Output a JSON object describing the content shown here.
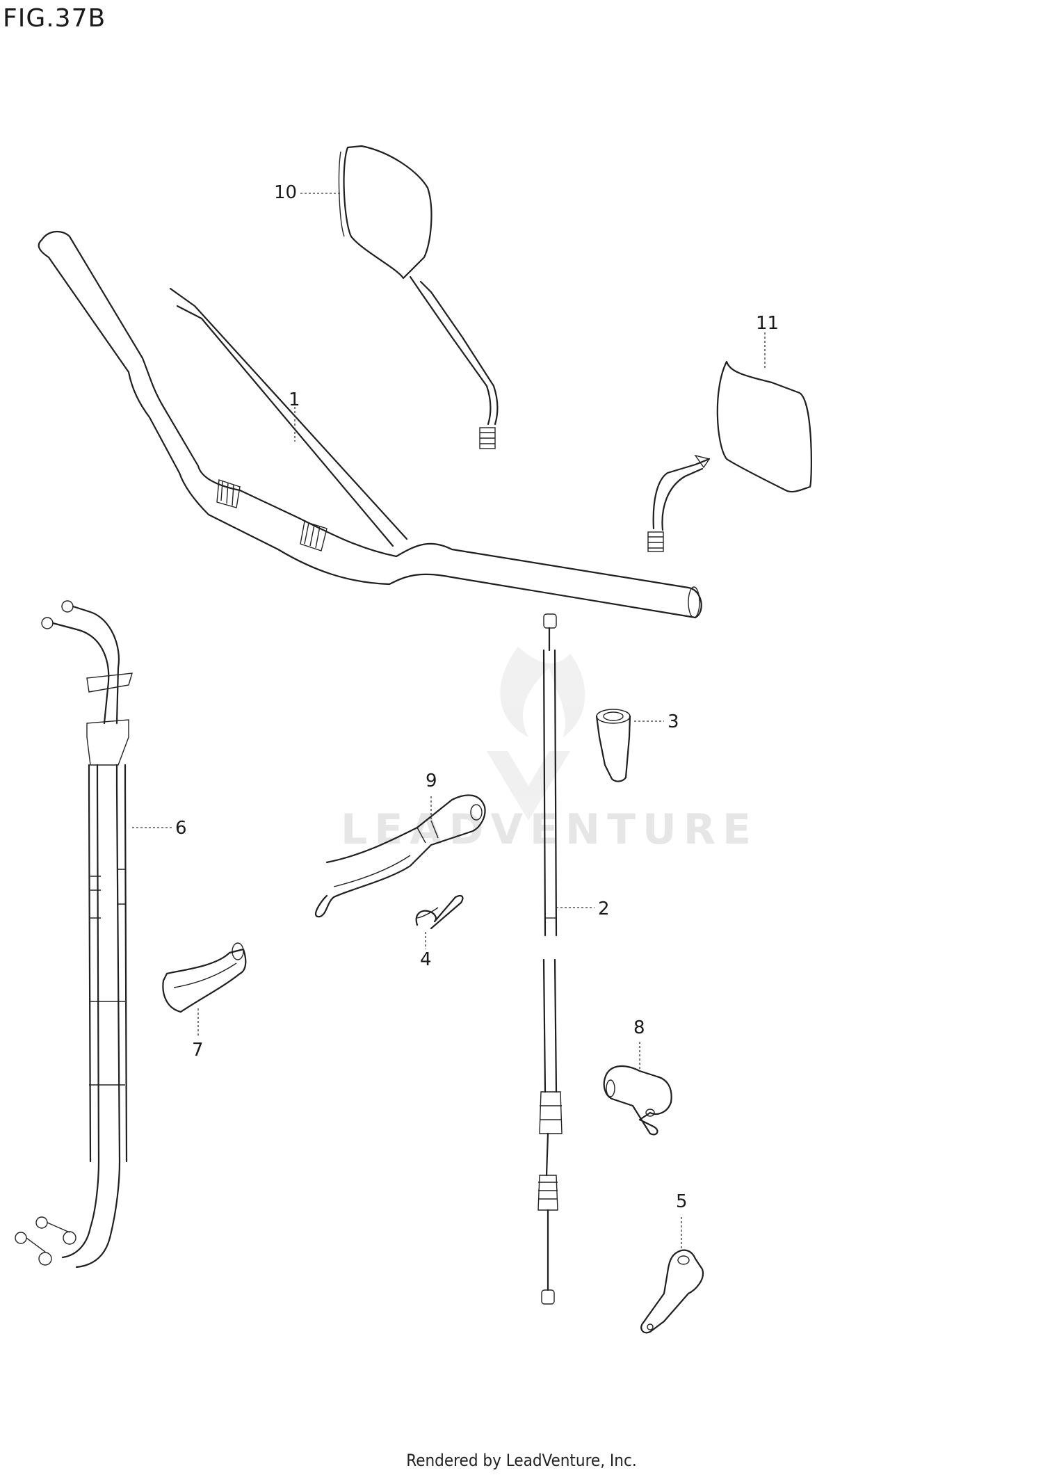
{
  "figure": {
    "title": "FIG.37B"
  },
  "watermark": {
    "text": "LEADVENTURE"
  },
  "footer": {
    "text": "Rendered by LeadVenture, Inc."
  },
  "callouts": {
    "handlebar": "1",
    "clutch_cable": "2",
    "cable_boot": "3",
    "clip": "4",
    "clutch_lever_bracket": "5",
    "throttle_cable": "6",
    "cable_guide": "7",
    "lever_holder": "8",
    "cable_clamp": "9",
    "mirror_left": "10",
    "mirror_right": "11"
  }
}
